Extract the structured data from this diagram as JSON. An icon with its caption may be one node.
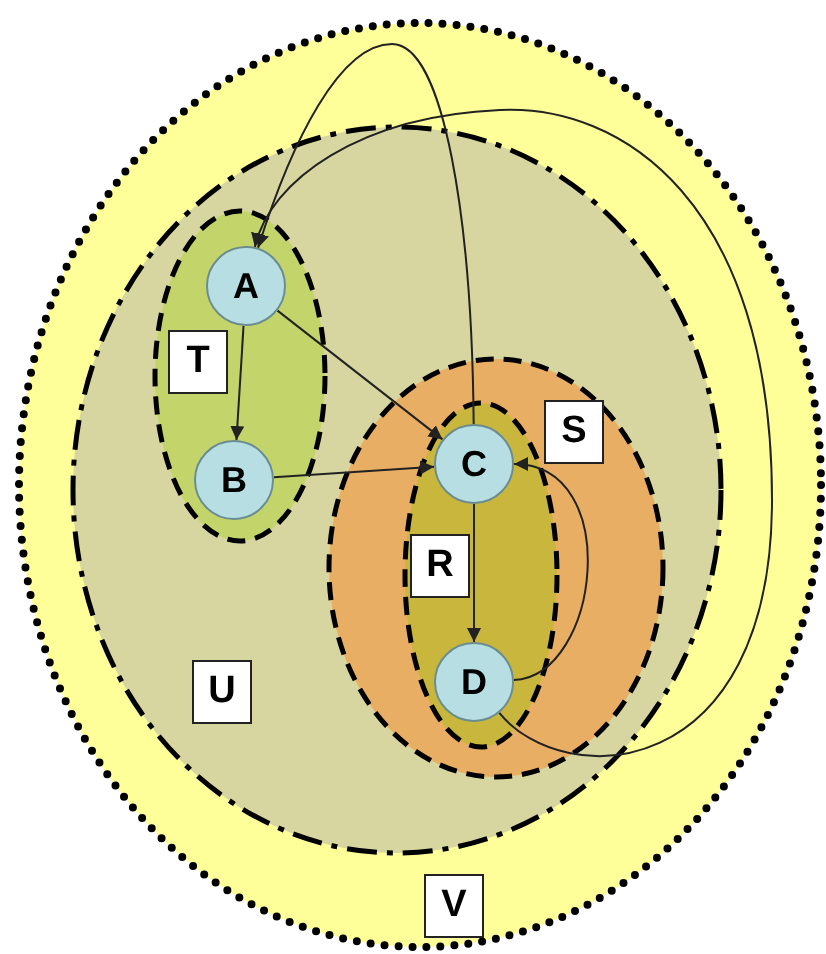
{
  "diagram": {
    "nodes": [
      {
        "text": [
          "V"
        ]
      },
      {
        "text": [
          "U"
        ],
        "in": 0
      },
      {
        "text": [
          "T"
        ],
        "in": 1
      },
      {
        "text": [
          "A"
        ],
        "in": 2
      },
      {
        "text": [
          "B"
        ],
        "in": 2
      },
      {
        "text": [
          "S"
        ],
        "in": 1
      },
      {
        "text": [
          "R"
        ],
        "in": 5
      },
      {
        "text": [
          "C"
        ],
        "in": 6
      },
      {
        "text": [
          "D"
        ],
        "in": 6
      }
    ],
    "edges": [
      {
        "from": 3,
        "to": 4,
        "arrow": "to"
      },
      {
        "from": 3,
        "to": 7,
        "arrow": "to"
      },
      {
        "from": 4,
        "to": 7,
        "arrow": "to"
      },
      {
        "from": 7,
        "to": 8,
        "arrow": "to"
      },
      {
        "from": 8,
        "to": 7,
        "arrow": "to"
      },
      {
        "from": 7,
        "to": 3,
        "arrow": "to"
      },
      {
        "from": 8,
        "to": 3,
        "arrow": "to"
      }
    ]
  }
}
